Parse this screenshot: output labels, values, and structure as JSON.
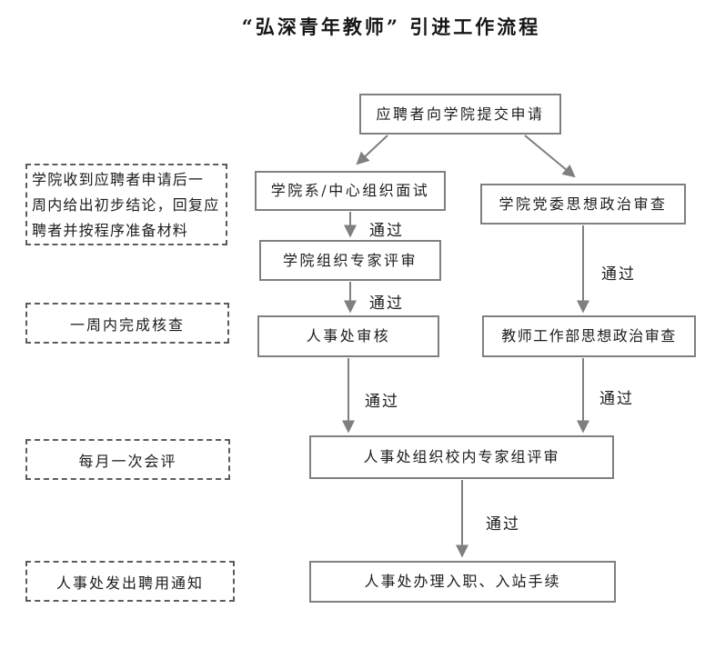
{
  "title": "“弘深青年教师” 引进工作流程",
  "colors": {
    "background": "#ffffff",
    "box_border": "#7f7f7f",
    "dashed_border": "#5c5c5c",
    "arrow": "#7f7f7f",
    "text": "#1c1c1c"
  },
  "flow": {
    "submit": "应聘者向学院提交申请",
    "interview": "学院系/中心组织面试",
    "party_review": "学院党委思想政治审查",
    "expert_review": "学院组织专家评审",
    "hr_review": "人事处审核",
    "teacher_dept_review": "教师工作部思想政治审查",
    "campus_panel_review": "人事处组织校内专家组评审",
    "onboarding": "人事处办理入职、入站手续"
  },
  "annotations": {
    "college_reply": "学院收到应聘者申请后一\n周内给出初步结论，回复应\n聘者并按程序准备材料",
    "verify_week": "一周内完成核查",
    "monthly_meeting": "每月一次会评",
    "employment_notice": "人事处发出聘用通知"
  },
  "labels": {
    "pass": "通过"
  }
}
